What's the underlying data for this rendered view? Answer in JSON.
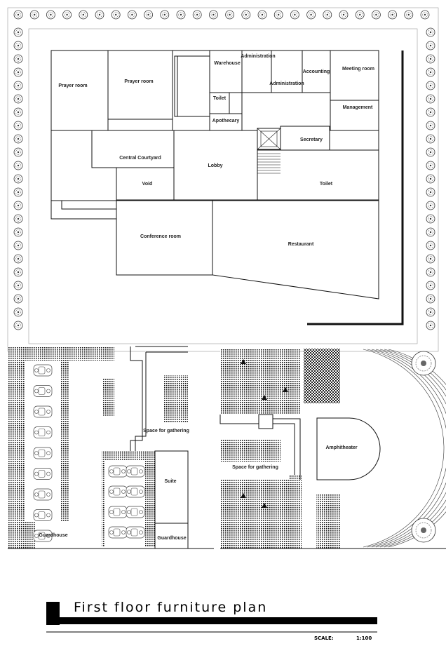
{
  "rooms": {
    "prayer_room_1": "Prayer room",
    "prayer_room_2": "Prayer room",
    "warehouse": "Warehouse",
    "administration_1": "Administration",
    "administration_2": "Administration",
    "accounting": "Accounting",
    "meeting_room": "Meeting room",
    "toilet_1": "Toilet",
    "apothecary": "Apothecary",
    "management": "Management",
    "secretary": "Secretary",
    "central_courtyard": "Central Courtyard",
    "lobby": "Lobby",
    "void": "Void",
    "toilet_2": "Toilet",
    "conference_room": "Conference room",
    "restaurant": "Restaurant"
  },
  "site": {
    "gathering_1": "Space for gathering",
    "gathering_2": "Space for gathering",
    "suite": "Suite",
    "guardhouse_1": "Guardhouse",
    "guardhouse_2": "Guardhouse",
    "amphitheater": "Amphitheater"
  },
  "title_block": {
    "title": "First floor furniture plan",
    "scale_label": "SCALE:",
    "scale_value": "1:100"
  }
}
